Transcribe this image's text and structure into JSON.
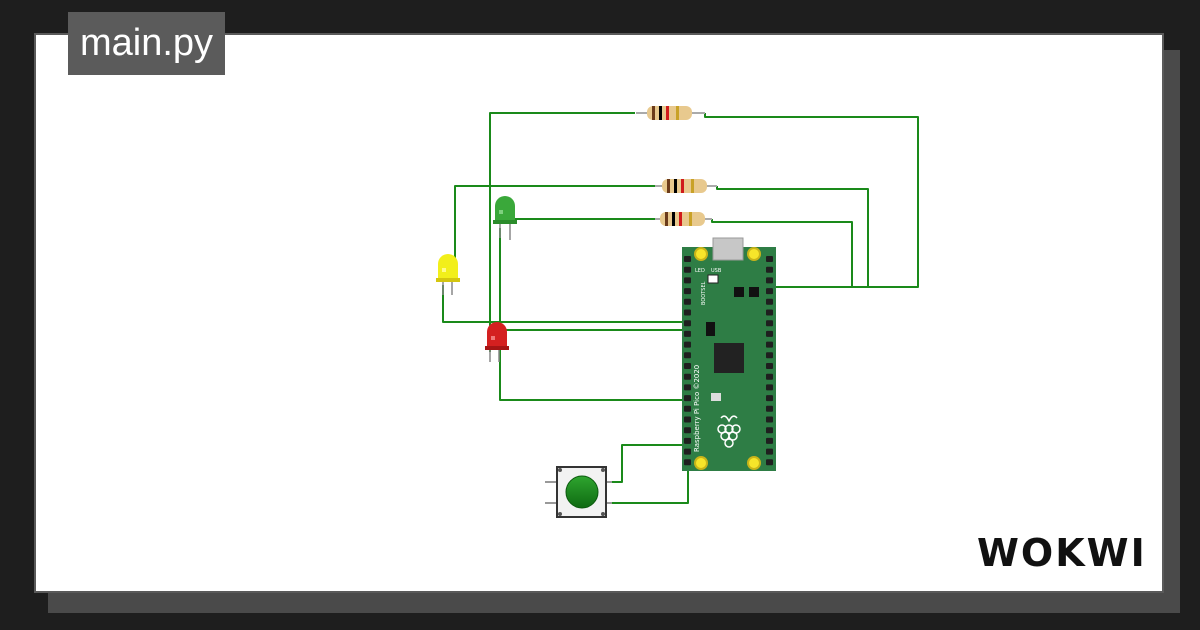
{
  "editor": {
    "file_tab": "main.py"
  },
  "brand": {
    "logo_text": "WOKWI"
  },
  "board": {
    "name_label": "Raspberry Pi Pico ©2020",
    "led_label": "LED",
    "usb_label": "USB",
    "bootsel_label": "BOOTSEL"
  },
  "components": {
    "leds": [
      "green",
      "yellow",
      "red"
    ],
    "resistor_count": 3,
    "pushbutton_color": "green"
  },
  "colors": {
    "background": "#1e1e1e",
    "canvas": "#ffffff",
    "wire": "#1a8a1a",
    "board": "#2e7d45",
    "tab": "#5b5b5b"
  }
}
